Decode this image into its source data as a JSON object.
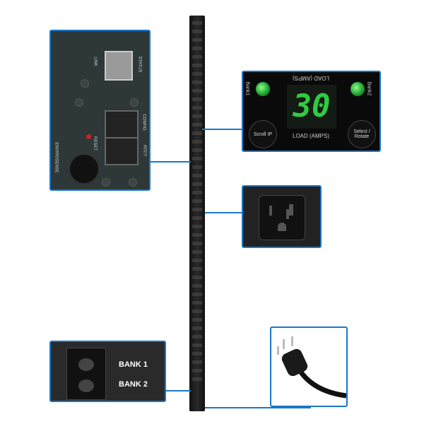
{
  "network_panel": {
    "link": "LINK",
    "status": "STATUS",
    "reset": "RESET",
    "config": "CONFIG",
    "accy": "ACCY",
    "envirosense": "ENVIROSENSE"
  },
  "display_panel": {
    "bank1": "Bank1",
    "bank2": "Bank2",
    "load_top": "LOAD (AMPS)",
    "digits": "30",
    "load_bottom": "LOAD (AMPS)",
    "scroll_button": "Scroll IP",
    "select_button": "Select / Rotate",
    "digit_color": "#2ecc40"
  },
  "bank_panel": {
    "bank1": "BANK 1",
    "bank2": "BANK 2"
  },
  "colors": {
    "callout": "#1a78c8"
  }
}
